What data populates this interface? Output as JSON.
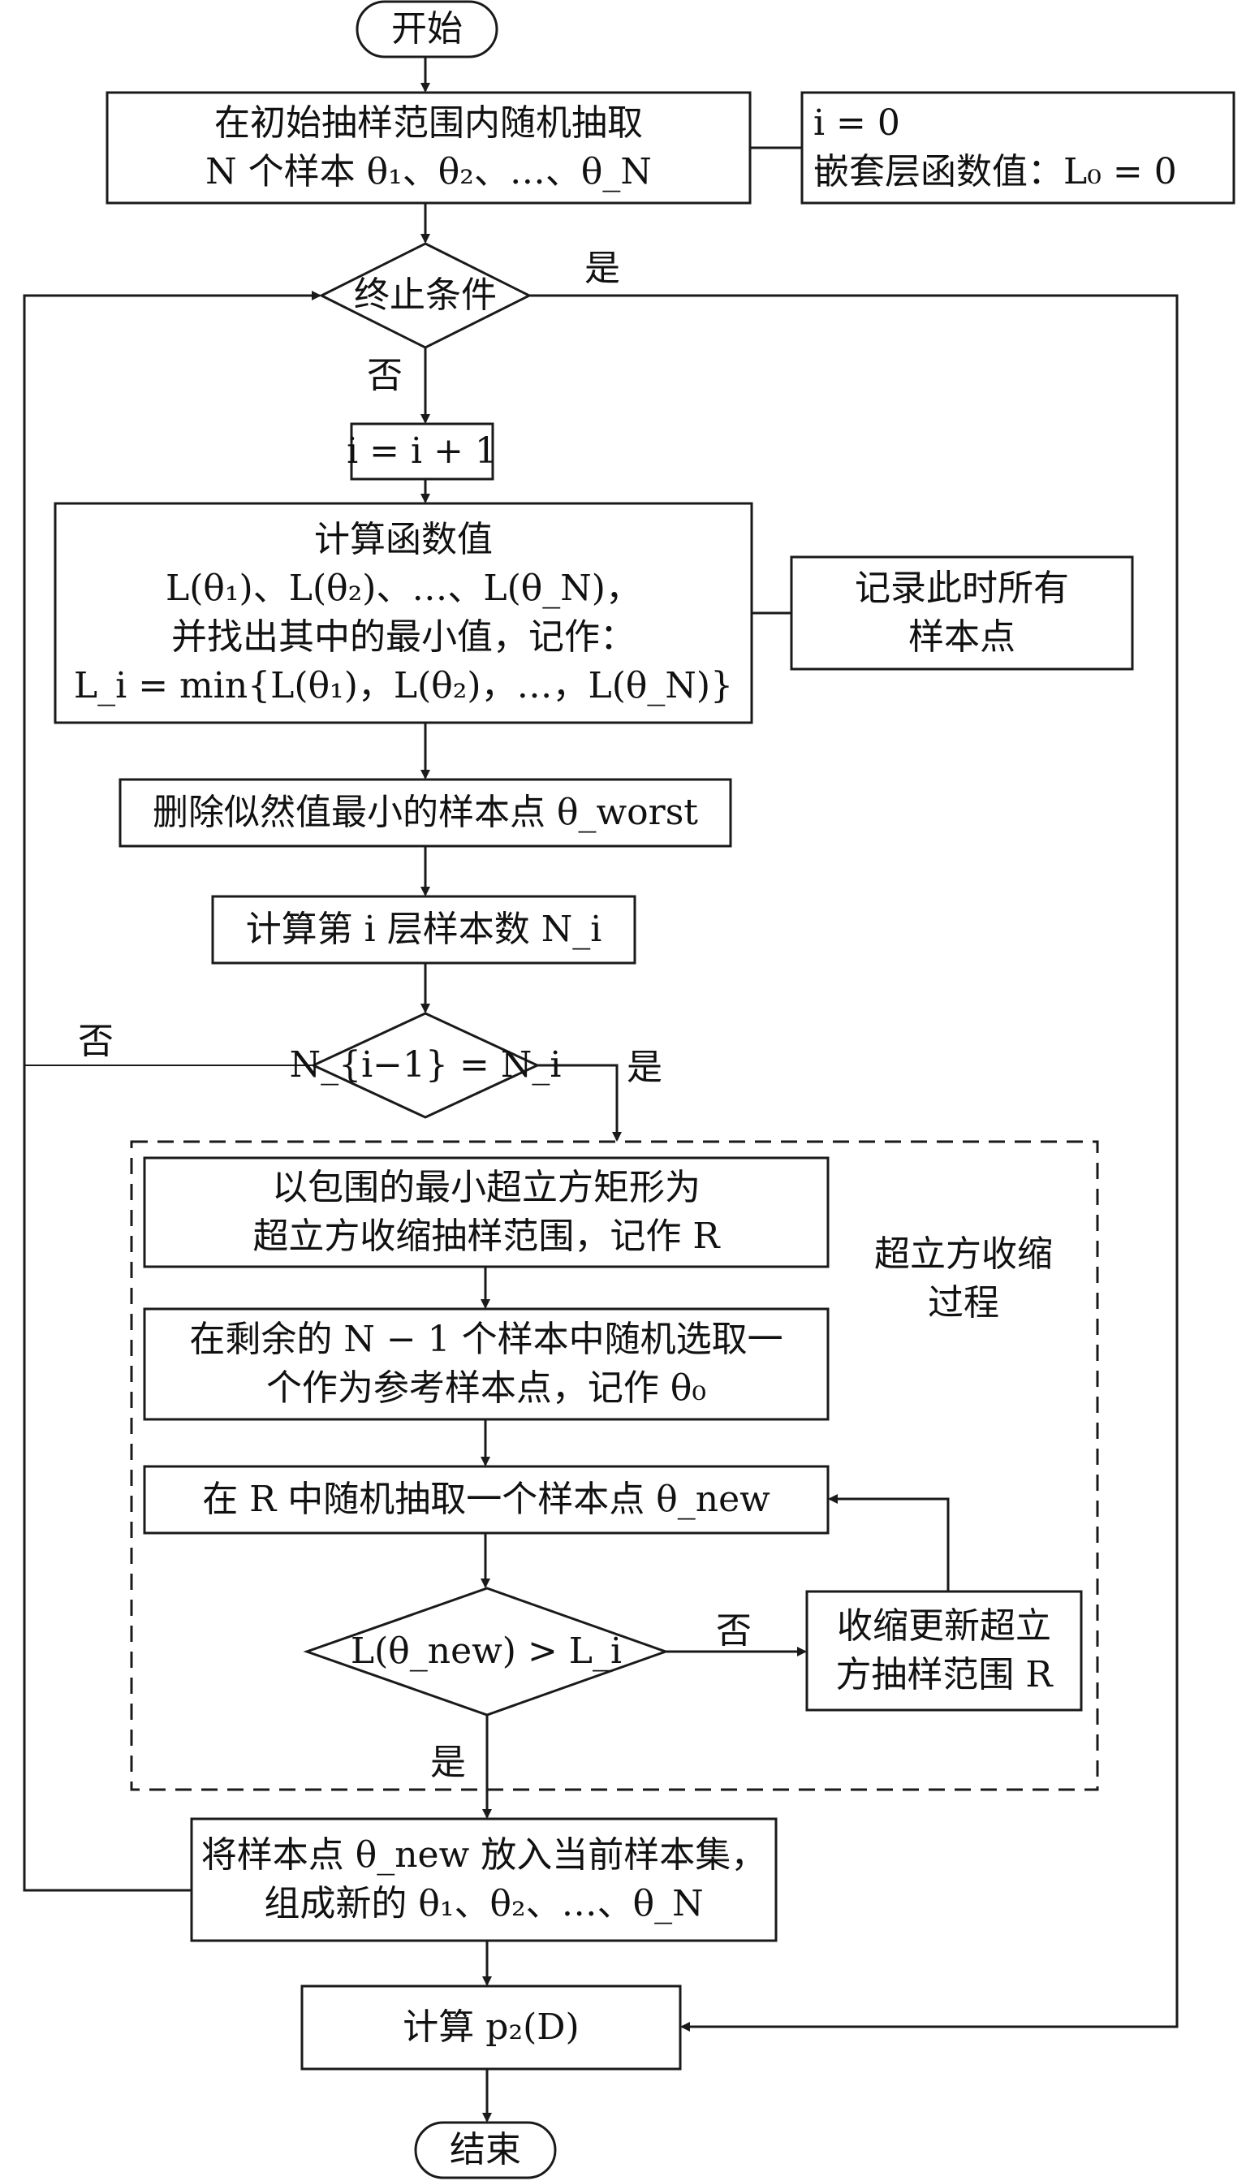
{
  "colors": {
    "stroke": "#1a1a1a",
    "text": "#111111",
    "background": "#ffffff"
  },
  "nodes": {
    "start": "开始",
    "sample": {
      "line1": "在初始抽样范围内随机抽取",
      "line2": "N 个样本 θ₁、θ₂、…、θ_N"
    },
    "init_note": {
      "line1": "i = 0",
      "line2": "嵌套层函数值：L₀ = 0"
    },
    "termination": "终止条件",
    "increment": "i = i + 1",
    "compute": {
      "line1": "计算函数值",
      "line2": "L(θ₁)、L(θ₂)、…、L(θ_N)，",
      "line3": "并找出其中的最小值，记作：",
      "line4": "L_i = min{L(θ₁)，L(θ₂)，…，L(θ_N)}"
    },
    "record_note": {
      "line1": "记录此时所有",
      "line2": "样本点"
    },
    "delete_worst": "删除似然值最小的样本点 θ_worst",
    "layer_count": "计算第 i 层样本数 N_i",
    "compare_layers": "N_{i−1} = N_i",
    "hypercube_title": {
      "line1": "超立方收缩",
      "line2": "过程"
    },
    "min_box": {
      "line1": "以包围的最小超立方矩形为",
      "line2": "超立方收缩抽样范围，记作 R"
    },
    "reference": {
      "line1": "在剩余的 N − 1 个样本中随机选取一",
      "line2": "个作为参考样本点，记作 θ₀"
    },
    "draw_new": "在 R 中随机抽取一个样本点 θ_new",
    "check_new": "L(θ_new) > L_i",
    "shrink": {
      "line1": "收缩更新超立",
      "line2": "方抽样范围 R"
    },
    "insert": {
      "line1": "将样本点 θ_new 放入当前样本集，",
      "line2": "组成新的 θ₁、θ₂、…、θ_N"
    },
    "compute_p": "计算 p₂(D)",
    "end": "结束"
  },
  "labels": {
    "yes": "是",
    "no": "否"
  }
}
